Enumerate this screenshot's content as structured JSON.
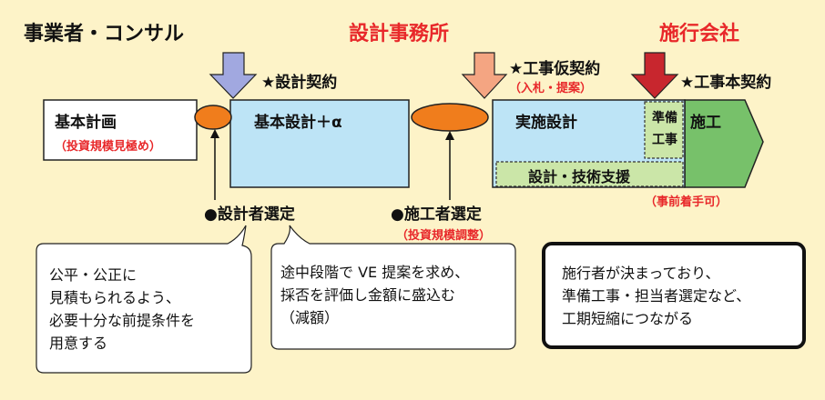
{
  "headers": {
    "client": "事業者・コンサル",
    "design_office": "設計事務所",
    "contractor": "施行会社"
  },
  "contracts": {
    "design": "★設計契約",
    "provisional": "★工事仮契約",
    "provisional_note": "（入札・提案）",
    "main": "★工事本契約"
  },
  "phases": {
    "basic_plan": "基本計画",
    "basic_plan_note": "（投資規模見極め）",
    "basic_design": "基本設計＋α",
    "detailed_design": "実施設計",
    "prep_work": "準備工事",
    "construction": "施工",
    "design_support": "設計・技術支援",
    "advance_start_note": "（事前着手可）"
  },
  "selections": {
    "designer": "●設計者選定",
    "builder": "●施工者選定",
    "builder_note": "（投資規模調整）"
  },
  "callouts": {
    "left": [
      "公平・公正に",
      "見積もられるよう、",
      "必要十分な前提条件を",
      "用意する"
    ],
    "middle": [
      "途中段階で VE 提案を求め、",
      "採否を評価し金額に盛込む",
      "（減額）"
    ],
    "right": [
      "施行者が決まっており、",
      "準備工事・担当者選定など、",
      "工期短縮につながる"
    ]
  },
  "colors": {
    "background": "#fdf3c8",
    "design_box": "#bde4f6",
    "construction_arrow": "#77c16a",
    "support_band": "#cbe6a8",
    "milestone": "#f07d1c",
    "design_contract_arrow": "#a1a8e0",
    "provisional_arrow": "#f4a582",
    "main_contract_arrow": "#c8262e",
    "accent_red": "#e8282a"
  }
}
